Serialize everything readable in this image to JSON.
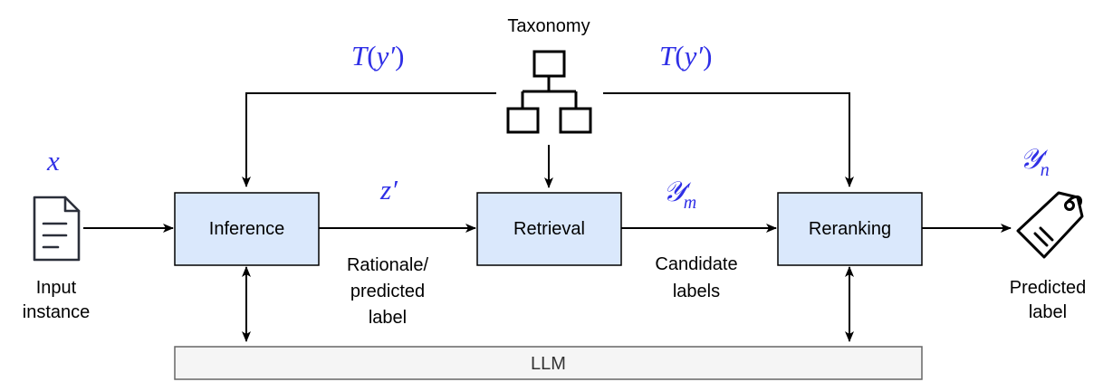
{
  "taxonomy": {
    "label": "Taxonomy"
  },
  "math": {
    "taxonomy_left": {
      "letter": "T",
      "open": "(",
      "arg": "y",
      "prime": "′",
      "close": ")"
    },
    "taxonomy_right": {
      "letter": "T",
      "open": "(",
      "arg": "y",
      "prime": "′",
      "close": ")"
    },
    "input_symbol": "x",
    "rationale_symbol": {
      "letter": "z",
      "prime": "′"
    },
    "candidates_symbol": {
      "letter": "𝒴",
      "prime": "′",
      "sub": "m"
    },
    "prediction_symbol": {
      "letter": "𝒴",
      "prime": "′",
      "sub": "n"
    }
  },
  "nodes": {
    "input": {
      "line1": "Input",
      "line2": "instance",
      "icon": "document-icon"
    },
    "inference": {
      "label": "Inference"
    },
    "retrieval": {
      "label": "Retrieval"
    },
    "reranking": {
      "label": "Reranking"
    },
    "output": {
      "line1": "Predicted",
      "line2": "label",
      "icon": "tag-icon"
    },
    "llm": {
      "label": "LLM"
    }
  },
  "edge_labels": {
    "rationale": {
      "line1": "Rationale/",
      "line2": "predicted",
      "line3": "label"
    },
    "candidates": {
      "line1": "Candidate",
      "line2": "labels"
    }
  },
  "colors": {
    "box_fill": "#dae8fc",
    "box_stroke": "#000000",
    "llm_fill": "#f5f5f5",
    "llm_stroke": "#666666",
    "math": "#2f2fe6"
  }
}
